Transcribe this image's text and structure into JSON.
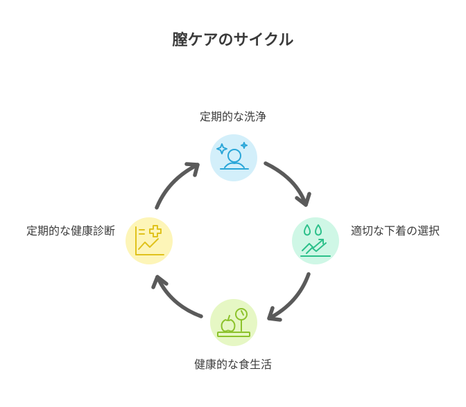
{
  "title": "膣ケアのサイクル",
  "nodes": {
    "top": {
      "label": "定期的な洗浄",
      "icon": "meditation-sparkle-icon",
      "color": "#d3effa",
      "stroke": "#2aa6d8"
    },
    "right": {
      "label": "適切な下着の選択",
      "icon": "droplets-growth-icon",
      "color": "#cff7e6",
      "stroke": "#2cc08a"
    },
    "bottom": {
      "label": "健康的な食生活",
      "icon": "apple-scale-icon",
      "color": "#e6f7c4",
      "stroke": "#8cc22c"
    },
    "left": {
      "label": "定期的な健康診断",
      "icon": "health-chart-icon",
      "color": "#fdf5b8",
      "stroke": "#e0c21c"
    }
  },
  "arrow_color": "#5a5a5a"
}
